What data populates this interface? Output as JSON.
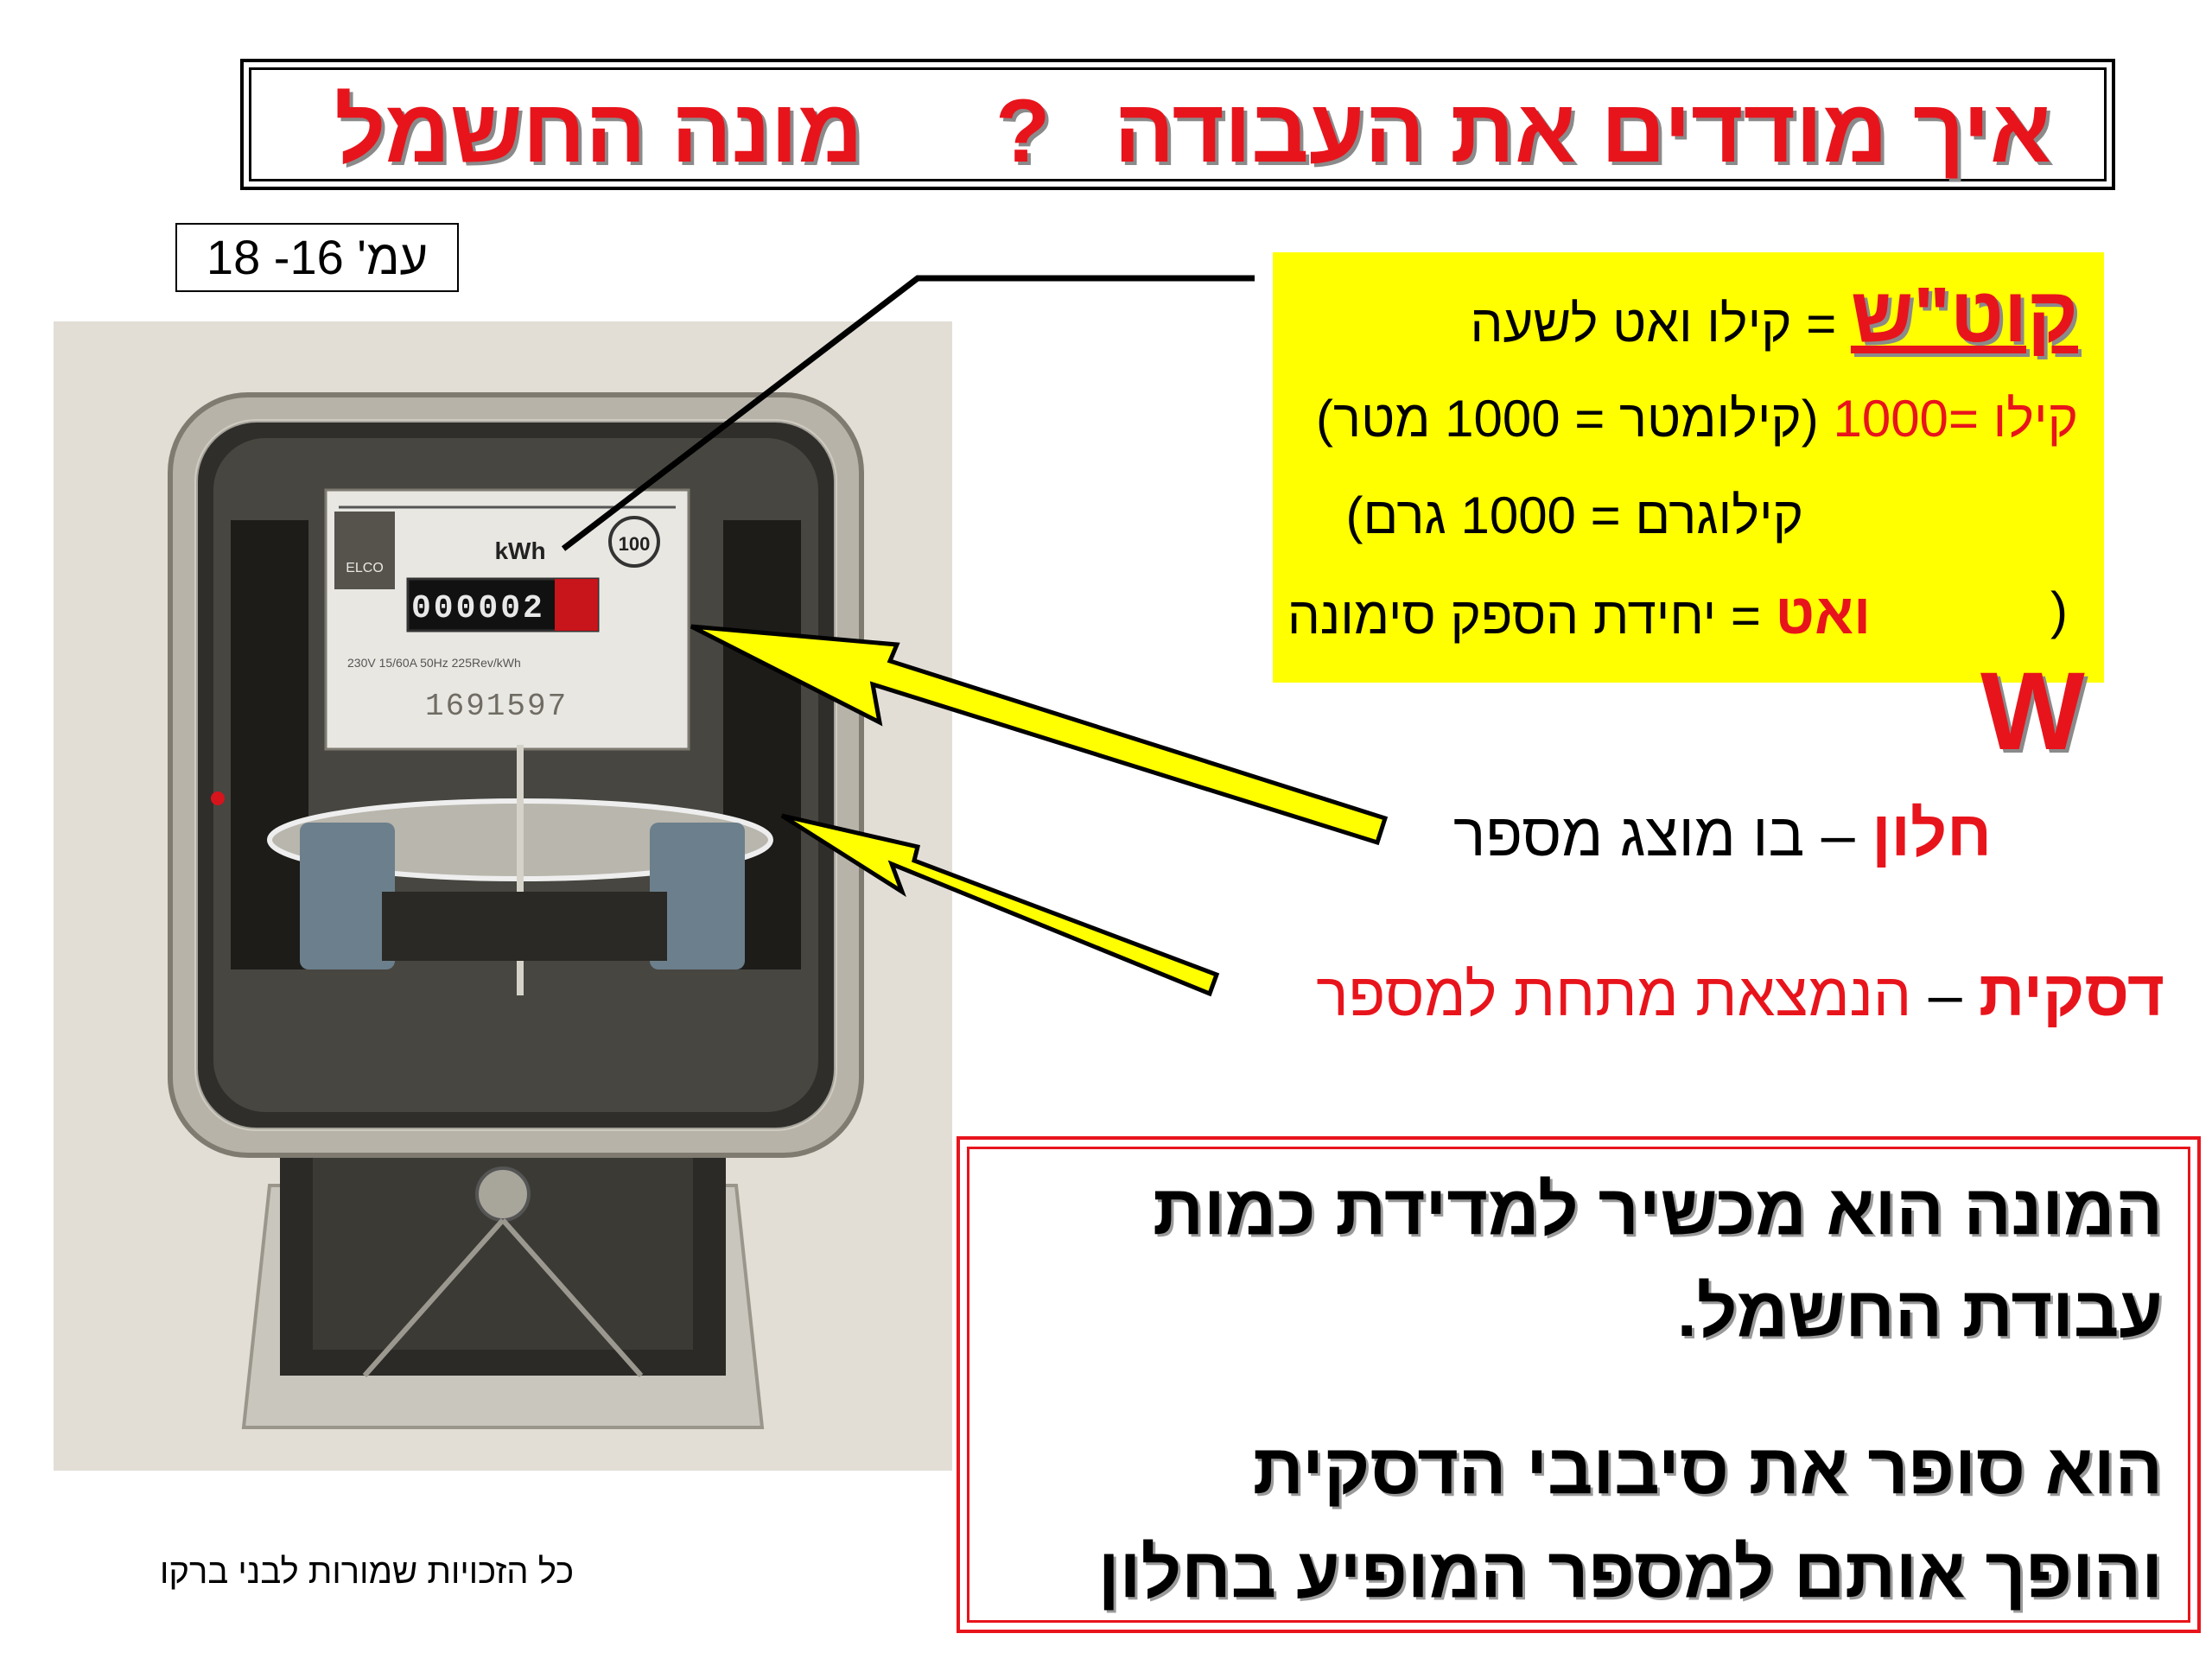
{
  "title": {
    "main": "איך מודדים את העבודה",
    "qmark": "?",
    "sub": "מונה החשמל"
  },
  "page_ref": "עמ' 16- 18",
  "definitions": {
    "kwh_term": "קוט\"ש",
    "kwh_def": " = קילו ואט לשעה",
    "kilo_term": "קילו =1000",
    "kilo_example_1": " (קילומטר = 1000 מטר)",
    "kilo_example_2": "קילוגרם = 1000 גרם)",
    "paren": ")",
    "watt_term": "ואט",
    "watt_def": " = יחידת הספק  סימונה",
    "watt_symbol": "W"
  },
  "labels": {
    "window_term": "חלון",
    "window_desc": " – בו מוצג מספר",
    "disc_term": "דסקית",
    "disc_dash": " – ",
    "disc_desc": "הנמצאת מתחת למספר"
  },
  "explanation": {
    "line1": "המונה הוא מכשיר למדידת כמות",
    "line2": "עבודת החשמל.",
    "line3": "הוא סופר את סיבובי הדסקית",
    "line4": "והופך אותם למספר המופיע בחלון"
  },
  "meter_photo": {
    "brand_text": "ELCO",
    "unit_label": "kWh",
    "counter_digits": "000002",
    "dial_badge": "100",
    "serial_number": "1691597",
    "rating_text": "230V  15/60A  50Hz  225Rev/kWh"
  },
  "copyright": "כל הזכויות שמורות לבני ברקו",
  "colors": {
    "title_red": "#e8141c",
    "highlight_yellow": "#ffff00",
    "arrow_yellow": "#ffff00"
  }
}
